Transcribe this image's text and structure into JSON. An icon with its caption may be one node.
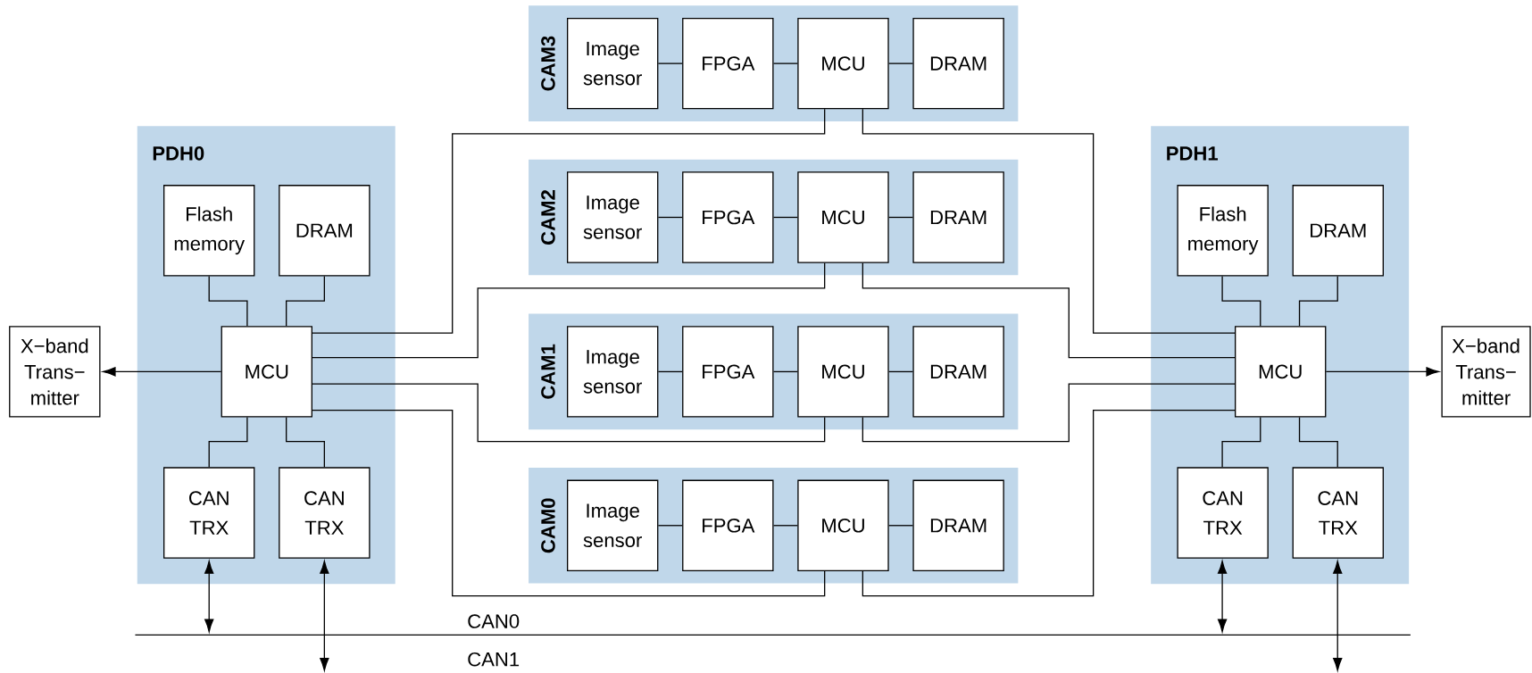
{
  "diagram": {
    "nodes": [
      {
        "text": [
          "CAM3"
        ]
      },
      {
        "text": [
          "Image sensor"
        ],
        "in": 0
      },
      {
        "text": [
          "FPGA"
        ],
        "in": 0
      },
      {
        "text": [
          "MCU"
        ],
        "in": 0
      },
      {
        "text": [
          "DRAM"
        ],
        "in": 0
      },
      {
        "text": [
          "PDH0"
        ]
      },
      {
        "text": [
          "Flash memory"
        ],
        "in": 5
      },
      {
        "text": [
          "DRAM"
        ],
        "in": 5
      },
      {
        "text": [
          "MCU"
        ],
        "in": 5
      },
      {
        "text": [
          "CAN TRX"
        ],
        "in": 5
      },
      {
        "text": [
          "CAN TRX"
        ],
        "in": 5
      },
      {
        "text": [
          "PDH1"
        ]
      },
      {
        "text": [
          "Flash memory"
        ],
        "in": 11
      },
      {
        "text": [
          "DRAM"
        ],
        "in": 11
      },
      {
        "text": [
          "MCU"
        ],
        "in": 11
      },
      {
        "text": [
          "CAN TRX"
        ],
        "in": 11
      },
      {
        "text": [
          "CAN TRX"
        ],
        "in": 11
      },
      {
        "text": [
          "CAM2"
        ]
      },
      {
        "text": [
          "Image sensor"
        ],
        "in": 17
      },
      {
        "text": [
          "FPGA"
        ],
        "in": 17
      },
      {
        "text": [
          "MCU"
        ],
        "in": 17
      },
      {
        "text": [
          "DRAM"
        ],
        "in": 17
      },
      {
        "text": [
          "X−band Trans− mitter"
        ]
      },
      {
        "text": [
          "X−band Trans− mitter"
        ]
      },
      {
        "text": [
          "CAM1"
        ]
      },
      {
        "text": [
          "Image sensor"
        ],
        "in": 24
      },
      {
        "text": [
          "FPGA"
        ],
        "in": 24
      },
      {
        "text": [
          "MCU"
        ],
        "in": 24
      },
      {
        "text": [
          "DRAM"
        ],
        "in": 24
      },
      {
        "text": [
          "CAM0"
        ]
      },
      {
        "text": [
          "Image sensor"
        ],
        "in": 29
      },
      {
        "text": [
          "FPGA"
        ],
        "in": 29
      },
      {
        "text": [
          "MCU"
        ],
        "in": 29
      },
      {
        "text": [
          "DRAM"
        ],
        "in": 29
      },
      {
        "text": [],
        "shape": "bar",
        "beside": [
          "CAN0"
        ]
      }
    ],
    "edges": [
      {
        "from": 1,
        "to": 2,
        "arrow": "none"
      },
      {
        "from": 2,
        "to": 3,
        "arrow": "none"
      },
      {
        "from": 3,
        "to": 4,
        "arrow": "none"
      },
      {
        "from": 18,
        "to": 19,
        "arrow": "none"
      },
      {
        "from": 19,
        "to": 20,
        "arrow": "none"
      },
      {
        "from": 20,
        "to": 21,
        "arrow": "none"
      },
      {
        "from": 25,
        "to": 26,
        "arrow": "none"
      },
      {
        "from": 26,
        "to": 27,
        "arrow": "none"
      },
      {
        "from": 27,
        "to": 28,
        "arrow": "none"
      },
      {
        "from": 30,
        "to": 31,
        "arrow": "none"
      },
      {
        "from": 31,
        "to": 32,
        "arrow": "none"
      },
      {
        "from": 32,
        "to": 33,
        "arrow": "none"
      },
      {
        "from": 6,
        "to": 8,
        "arrow": "none"
      },
      {
        "from": 7,
        "to": 8,
        "arrow": "none"
      },
      {
        "from": 8,
        "to": 9,
        "arrow": "none"
      },
      {
        "from": 8,
        "to": 10,
        "arrow": "none"
      },
      {
        "from": 12,
        "to": 14,
        "arrow": "none"
      },
      {
        "from": 13,
        "to": 14,
        "arrow": "none"
      },
      {
        "from": 14,
        "to": 15,
        "arrow": "none"
      },
      {
        "from": 14,
        "to": 16,
        "arrow": "none"
      },
      {
        "from": 8,
        "to": 22,
        "arrow": "to"
      },
      {
        "from": 14,
        "to": 23,
        "arrow": "to"
      },
      {
        "from": 8,
        "to": 3,
        "arrow": "none"
      },
      {
        "from": 8,
        "to": 20,
        "arrow": "none"
      },
      {
        "from": 8,
        "to": 27,
        "arrow": "none"
      },
      {
        "from": 8,
        "to": 32,
        "arrow": "none"
      },
      {
        "from": 3,
        "to": 14,
        "arrow": "none"
      },
      {
        "from": 20,
        "to": 14,
        "arrow": "none"
      },
      {
        "from": 27,
        "to": 14,
        "arrow": "none"
      },
      {
        "from": 32,
        "to": 14,
        "arrow": "none"
      },
      {
        "from": 9,
        "to": 34,
        "arrow": "both"
      },
      {
        "from": 10,
        "to": null,
        "arrow": "both"
      },
      {
        "from": 15,
        "to": 34,
        "arrow": "both"
      },
      {
        "from": 16,
        "to": null,
        "arrow": "both"
      }
    ],
    "labels": [
      "CAN1"
    ]
  }
}
